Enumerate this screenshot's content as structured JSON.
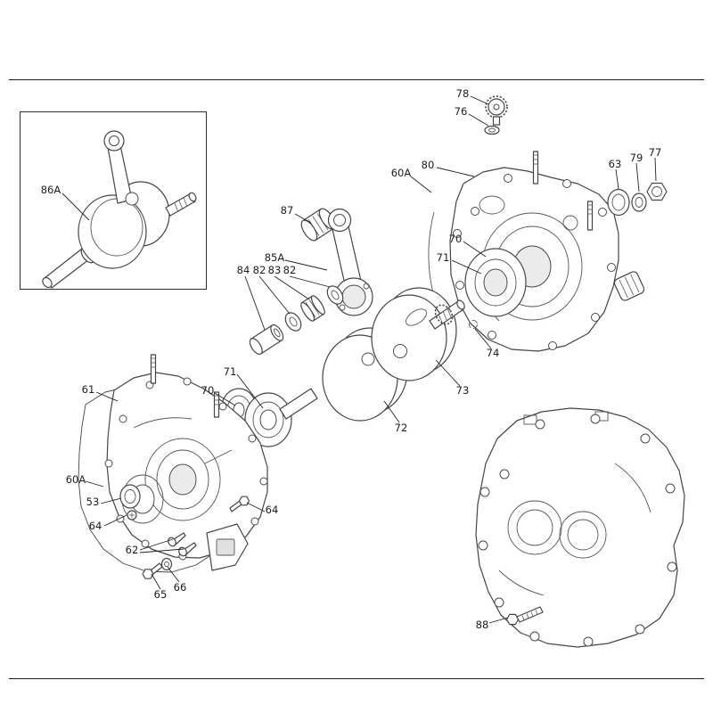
{
  "page": {
    "background": "#ffffff",
    "rule_color": "#222222",
    "drawing_line_color": "#454545",
    "label_color": "#1c1c1c"
  },
  "callouts": [
    {
      "ref": "86A"
    },
    {
      "ref": "78"
    },
    {
      "ref": "76"
    },
    {
      "ref": "60A"
    },
    {
      "ref": "80"
    },
    {
      "ref": "63"
    },
    {
      "ref": "79"
    },
    {
      "ref": "77"
    },
    {
      "ref": "87"
    },
    {
      "ref": "70"
    },
    {
      "ref": "71"
    },
    {
      "ref": "85A"
    },
    {
      "ref": "84"
    },
    {
      "ref": "82"
    },
    {
      "ref": "83"
    },
    {
      "ref": "82"
    },
    {
      "ref": "74"
    },
    {
      "ref": "61"
    },
    {
      "ref": "70"
    },
    {
      "ref": "71"
    },
    {
      "ref": "73"
    },
    {
      "ref": "72"
    },
    {
      "ref": "60A"
    },
    {
      "ref": "53"
    },
    {
      "ref": "64"
    },
    {
      "ref": "64"
    },
    {
      "ref": "62"
    },
    {
      "ref": "65"
    },
    {
      "ref": "66"
    },
    {
      "ref": "88"
    }
  ]
}
